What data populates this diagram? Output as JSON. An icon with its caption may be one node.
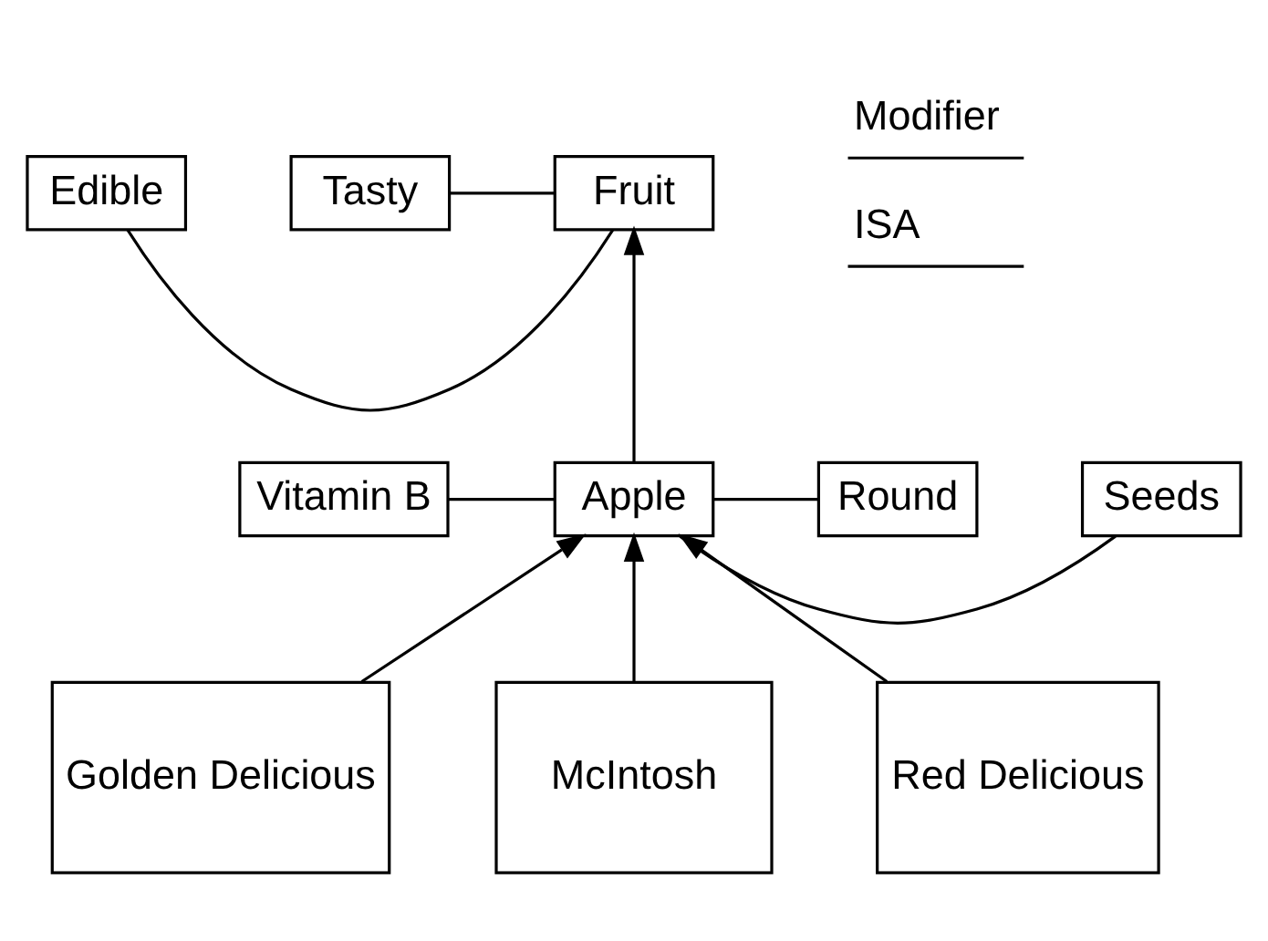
{
  "diagram": {
    "nodes": [
      {
        "text": [
          "Edible"
        ]
      },
      {
        "text": [
          "Tasty"
        ]
      },
      {
        "text": [
          "Fruit"
        ]
      },
      {
        "text": [
          "Vitamin B"
        ]
      },
      {
        "text": [
          "Apple"
        ]
      },
      {
        "text": [
          "Seeds"
        ]
      },
      {
        "text": [
          "Round"
        ]
      },
      {
        "text": [
          "Golden Delicious"
        ]
      },
      {
        "text": [
          "McIntosh"
        ]
      },
      {
        "text": [
          "Red Delicious"
        ]
      }
    ],
    "edges": [
      {
        "from": 0,
        "to": 2,
        "arrow": "none"
      },
      {
        "from": 1,
        "to": 2,
        "arrow": "none"
      },
      {
        "from": 4,
        "to": 2,
        "arrow": "to"
      },
      {
        "from": 3,
        "to": 4,
        "arrow": "none"
      },
      {
        "from": 4,
        "to": 5,
        "arrow": "none"
      },
      {
        "from": 4,
        "to": 6,
        "arrow": "none"
      },
      {
        "from": 7,
        "to": 4,
        "arrow": "to"
      },
      {
        "from": 8,
        "to": 4,
        "arrow": "to"
      },
      {
        "from": 9,
        "to": 4,
        "arrow": "to"
      }
    ],
    "legend": [
      {
        "text": "Modifier"
      },
      {
        "text": "ISA"
      }
    ]
  }
}
